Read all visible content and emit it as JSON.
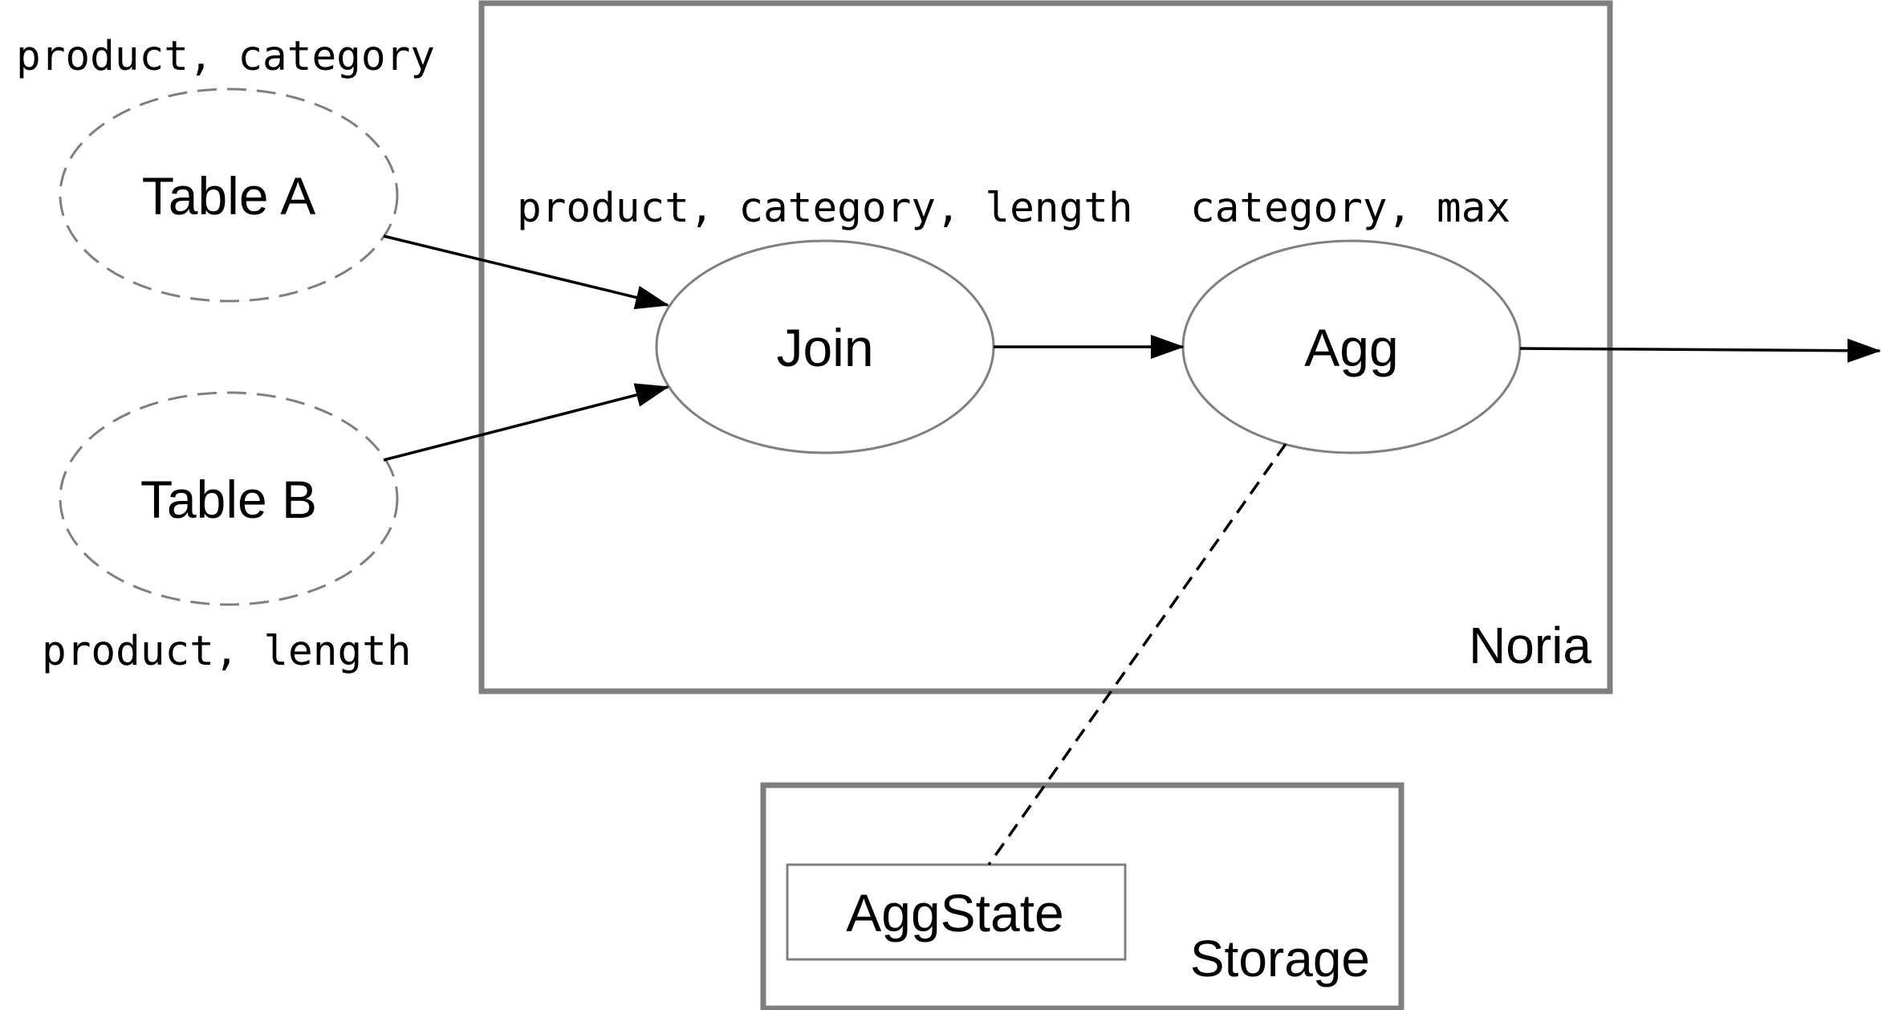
{
  "tables": {
    "a": {
      "label": "Table A",
      "schema": "product, category"
    },
    "b": {
      "label": "Table B",
      "schema": "product, length"
    }
  },
  "noria": {
    "label": "Noria",
    "join": {
      "label": "Join",
      "schema": "product, category, length"
    },
    "agg": {
      "label": "Agg",
      "schema": "category, max"
    }
  },
  "storage": {
    "label": "Storage",
    "state": {
      "label": "AggState"
    }
  },
  "colors": {
    "box_stroke": "#7f7f7f",
    "node_stroke": "#808080",
    "table_stroke": "#7f7f7f",
    "edge": "#000000",
    "text": "#000000"
  }
}
